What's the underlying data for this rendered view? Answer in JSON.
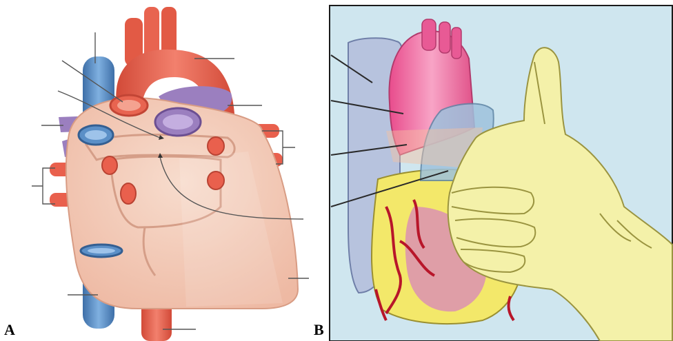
{
  "panels": [
    {
      "id": "A",
      "label": "A"
    },
    {
      "id": "B",
      "label": "B"
    }
  ],
  "colors": {
    "artery_red": "#e9604d",
    "vein_blue": "#5b8fc7",
    "pulmonary_purple": "#9b7fbf",
    "pericardium_peach": "#f2c9b6",
    "background_blue": "#cfe6ef",
    "aorta_pink": "#ec5b93",
    "glove_yellow": "#f3f0a6",
    "leader_line": "#333333"
  }
}
